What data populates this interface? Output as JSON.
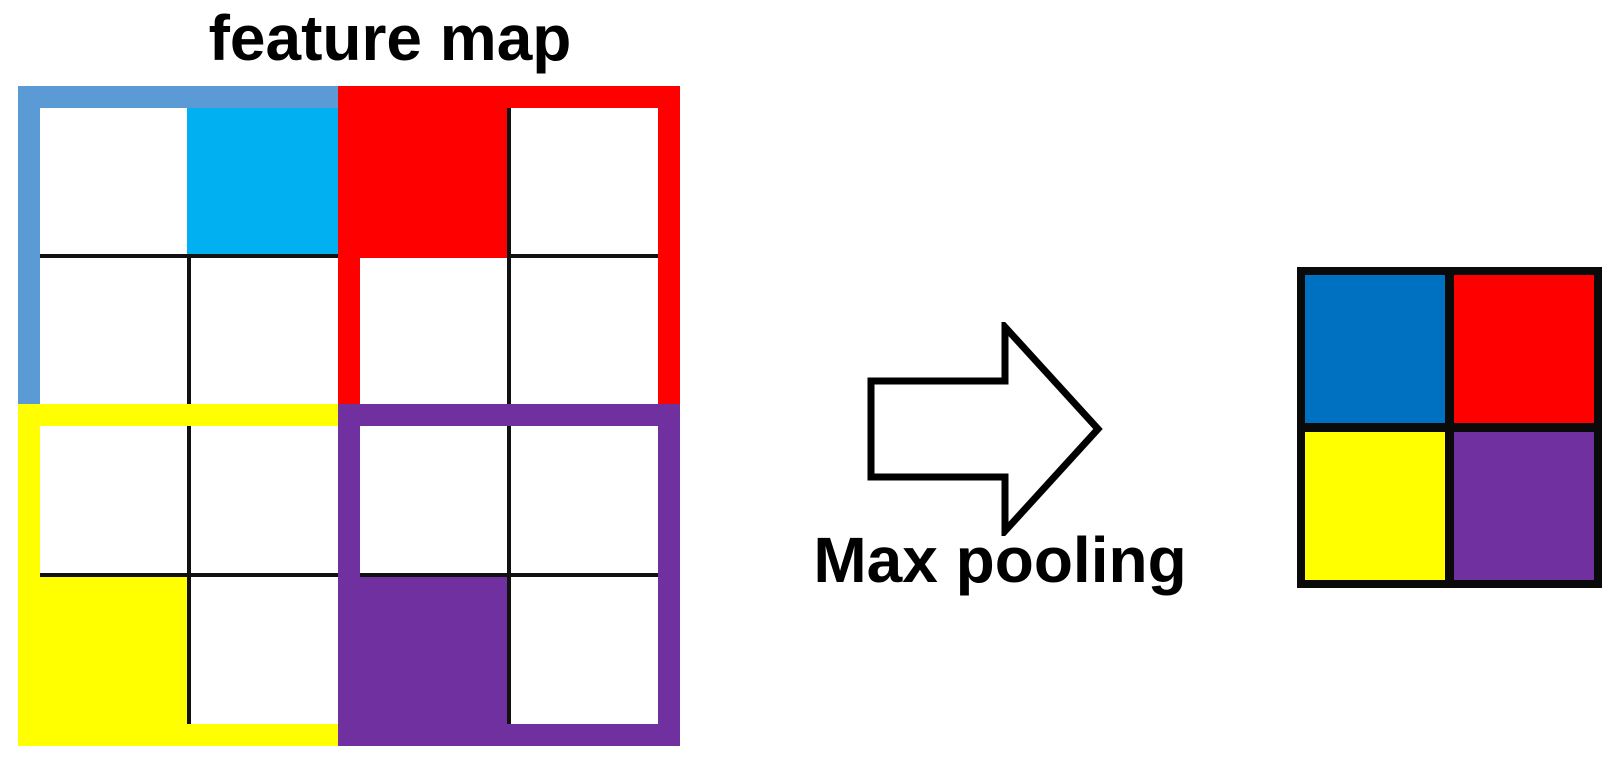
{
  "diagram": {
    "background": "#FFFFFF",
    "feature_map": {
      "title": "feature map",
      "rows": 4,
      "cols": 4,
      "line_color": "#111111",
      "quadrants": [
        {
          "name": "top-left",
          "border_color": "#5B9BD5",
          "max_cell": {
            "row": 0,
            "col": 1
          },
          "fill_color": "#00B0F0"
        },
        {
          "name": "top-right",
          "border_color": "#FF0000",
          "max_cell": {
            "row": 0,
            "col": 2
          },
          "fill_color": "#FF0000"
        },
        {
          "name": "bottom-left",
          "border_color": "#FFFF00",
          "max_cell": {
            "row": 3,
            "col": 0
          },
          "fill_color": "#FFFF00"
        },
        {
          "name": "bottom-right",
          "border_color": "#7030A0",
          "max_cell": {
            "row": 3,
            "col": 2
          },
          "fill_color": "#7030A0"
        }
      ]
    },
    "operation": {
      "label": "Max pooling",
      "arrow": "right-block-arrow",
      "arrow_fill": "#FFFFFF",
      "arrow_stroke": "#000000"
    },
    "pooled_output": {
      "rows": 2,
      "cols": 2,
      "border_color": "#0A0A0A",
      "cells": [
        {
          "row": 0,
          "col": 0,
          "color": "#0070C0"
        },
        {
          "row": 0,
          "col": 1,
          "color": "#FF0000"
        },
        {
          "row": 1,
          "col": 0,
          "color": "#FFFF00"
        },
        {
          "row": 1,
          "col": 1,
          "color": "#7030A0"
        }
      ]
    }
  }
}
